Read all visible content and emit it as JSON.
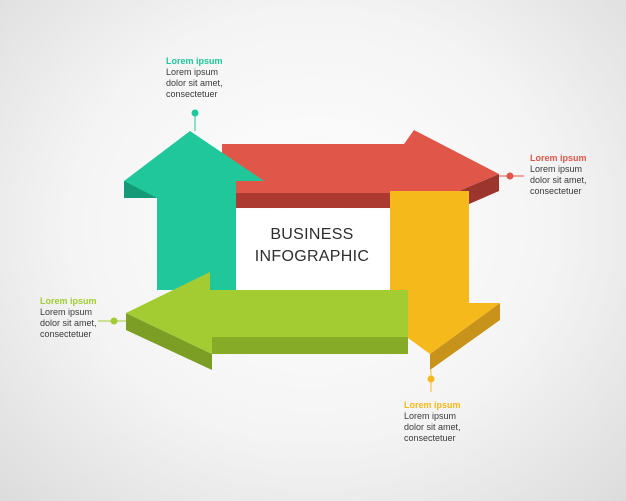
{
  "center": {
    "line1": "BUSINESS",
    "line2": "INFOGRAPHIC"
  },
  "steps": [
    {
      "id": "top",
      "color": "#1fc79b",
      "title": "Lorem ipsum",
      "lines": [
        "Lorem ipsum",
        "dolor sit amet,",
        "consectetuer"
      ]
    },
    {
      "id": "right",
      "color": "#e0574a",
      "title": "Lorem ipsum",
      "lines": [
        "Lorem ipsum",
        "dolor sit amet,",
        "consectetuer"
      ]
    },
    {
      "id": "left",
      "color": "#a2cc32",
      "title": "Lorem ipsum",
      "lines": [
        "Lorem ipsum",
        "dolor sit amet,",
        "consectetuer"
      ]
    },
    {
      "id": "bottom",
      "color": "#f6b91b",
      "title": "Lorem ipsum",
      "lines": [
        "Lorem ipsum",
        "dolor sit amet,",
        "consectetuer"
      ]
    }
  ],
  "palette": {
    "green_dark": "#149a76",
    "red_dark": "#ac3a31",
    "lime_dark": "#7c9e24",
    "yellow_dark": "#c8931a",
    "text": "#3a3a3a"
  }
}
